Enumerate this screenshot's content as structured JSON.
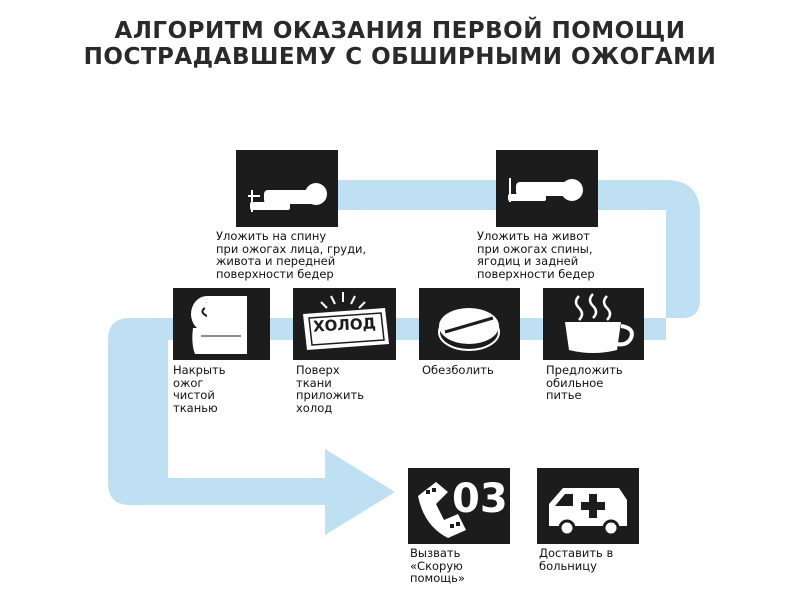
{
  "title": {
    "line1": "АЛГОРИТМ ОКАЗАНИЯ ПЕРВОЙ ПОМОЩИ",
    "line2": "ПОСТРАДАВШЕМУ С ОБШИРНЫМИ ОЖОГАМИ"
  },
  "colors": {
    "arrow": "#bfe0f2",
    "tile": "#1c1c1c",
    "tile_fg": "#ffffff"
  },
  "steps": [
    {
      "icon": "lying-on-back-icon",
      "caption": "Уложить  на спину\nпри ожогах лица, груди,\nживота и передней\nповерхности бедер"
    },
    {
      "icon": "lying-on-stomach-icon",
      "caption": "Уложить на живот\nпри ожогах спины,\nягодиц и задней\nповерхности бедер"
    },
    {
      "icon": "clean-cloth-roll-icon",
      "caption": "Накрыть\nожог\nчистой\nтканью"
    },
    {
      "icon": "cold-pack-icon",
      "caption": "Поверх\nткани\nприложить\nхолод",
      "label": "ХОЛОД"
    },
    {
      "icon": "pill-icon",
      "caption": "Обезболить"
    },
    {
      "icon": "hot-drink-cup-icon",
      "caption": "Предложить\nобильное\nпитье"
    },
    {
      "icon": "phone-03-icon",
      "caption": "Вызвать\n«Скорую\nпомощь»",
      "label": "03"
    },
    {
      "icon": "ambulance-icon",
      "caption": "Доставить в\nбольницу"
    }
  ]
}
